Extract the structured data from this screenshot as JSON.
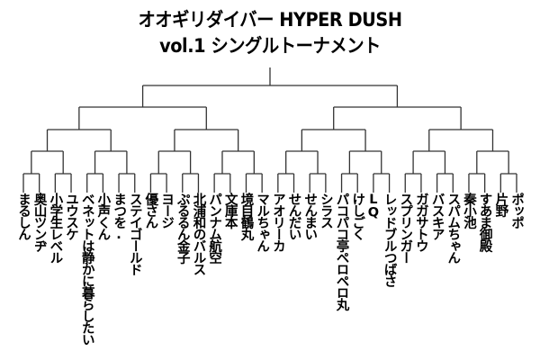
{
  "title": {
    "line1": "オオギリダイバー HYPER DUSH",
    "line2": "vol.1 シングルトーナメント"
  },
  "bracket": {
    "type": "single-elimination",
    "entrant_count": 32,
    "line_color": "#333333",
    "entrants": [
      "まるしん",
      "奥山ツンヂ",
      "小学生レベル",
      "ユウスケ",
      "ベネットは静かに暮らしたい",
      "小声くん",
      "まつを.",
      "ステイゴールド",
      "優さん",
      "ヨージ",
      "ぷるるん金子",
      "北浦和のバルス",
      "パンナム航空",
      "文庫本",
      "境目鶴丸",
      "マルちゃん",
      "アオリーカ",
      "せんだい",
      "せんまい",
      "シラス",
      "パコパコ亭ペロペロ丸",
      "けしごく",
      "LQ",
      "レッドブルつばさ",
      "スプリンガー",
      "ガガサトウ",
      "バスキア",
      "スパムちゃん",
      "秦小池",
      "すあま御殿",
      "片野",
      "ポッポ"
    ]
  }
}
